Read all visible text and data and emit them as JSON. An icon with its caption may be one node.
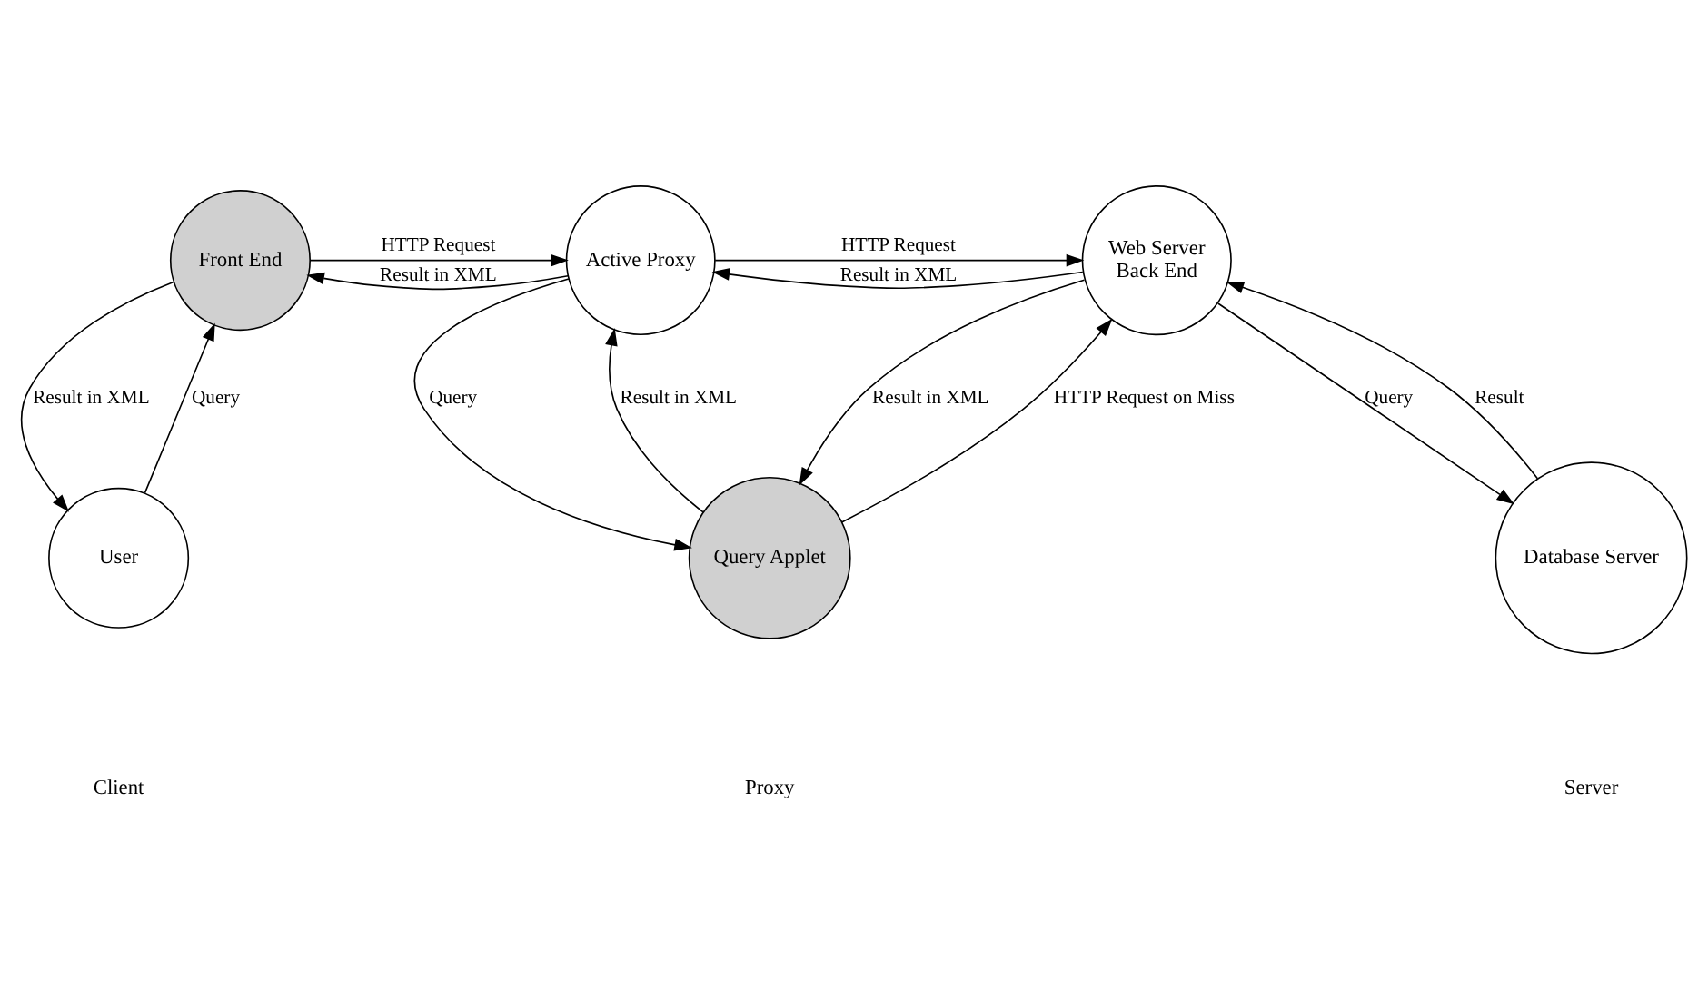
{
  "diagram": {
    "nodes": [
      {
        "text": [
          "Front End"
        ]
      },
      {
        "text": [
          "Active Proxy"
        ]
      },
      {
        "text": [
          "Web Server",
          "Back End"
        ]
      },
      {
        "text": [
          "User"
        ]
      },
      {
        "text": [
          "Query Applet"
        ]
      },
      {
        "text": [
          "Database Server"
        ]
      }
    ],
    "edges": [
      {
        "from": 0,
        "to": 1,
        "arrow": "to",
        "label": "HTTP Request"
      },
      {
        "from": 1,
        "to": 0,
        "arrow": "to",
        "label": "Result in XML"
      },
      {
        "from": 1,
        "to": 2,
        "arrow": "to",
        "label": "HTTP Request"
      },
      {
        "from": 2,
        "to": 1,
        "arrow": "to",
        "label": "Result in XML"
      },
      {
        "from": 3,
        "to": 0,
        "arrow": "to",
        "label": "Query"
      },
      {
        "from": 0,
        "to": 3,
        "arrow": "to",
        "label": "Result in XML"
      },
      {
        "from": 1,
        "to": 4,
        "arrow": "to",
        "label": "Query"
      },
      {
        "from": 4,
        "to": 1,
        "arrow": "to",
        "label": "Result in XML"
      },
      {
        "from": 4,
        "to": 2,
        "arrow": "to",
        "label": "HTTP Request on Miss"
      },
      {
        "from": 2,
        "to": 4,
        "arrow": "to",
        "label": "Result in XML"
      },
      {
        "from": 2,
        "to": 5,
        "arrow": "to",
        "label": "Query"
      },
      {
        "from": 5,
        "to": 2,
        "arrow": "to",
        "label": "Result"
      }
    ],
    "labels": [
      "Client",
      "Proxy",
      "Server"
    ]
  }
}
